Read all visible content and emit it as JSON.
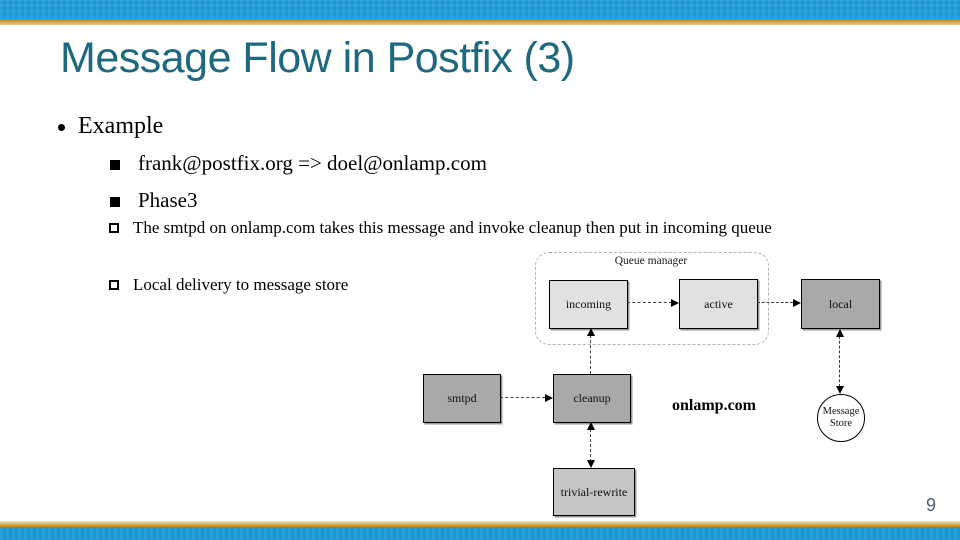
{
  "header": {
    "title": "Message Flow in Postfix (3)"
  },
  "content": {
    "bullet1": {
      "marker_icon": "dot-bullet-icon",
      "text": "Example"
    },
    "bullet2_items": [
      {
        "marker_icon": "filled-square-bullet-icon",
        "text": "frank@postfix.org => doel@onlamp.com"
      },
      {
        "marker_icon": "filled-square-bullet-icon",
        "text": "Phase3"
      }
    ],
    "bullet3_items": [
      {
        "marker_icon": "hollow-square-bullet-icon",
        "text": "The smtpd on onlamp.com takes this message and invoke cleanup then put in incoming queue"
      },
      {
        "marker_icon": "hollow-square-bullet-icon",
        "text": "Local delivery to message store"
      }
    ]
  },
  "diagram": {
    "container_label": "Queue manager",
    "nodes": {
      "incoming": "incoming",
      "active": "active",
      "local": "local",
      "smtpd": "smtpd",
      "cleanup": "cleanup",
      "trivial_rewrite": "trivial-rewrite",
      "message_store_line1": "Message",
      "message_store_line2": "Store"
    },
    "domain_label": "onlamp.com",
    "flows": [
      "smtpd -> cleanup",
      "cleanup -> incoming",
      "cleanup <-> trivial-rewrite",
      "incoming -> active",
      "active -> local",
      "local <-> Message Store"
    ]
  },
  "footer": {
    "page_number": "9"
  },
  "colors": {
    "accent_blue": "#1997d4",
    "accent_gold": "#d2a246",
    "title_teal": "#1e6980",
    "node_light_gray": "#e1e1e1",
    "node_dark_gray": "#a9a9a9",
    "node_mid_gray": "#c5c5c5",
    "page_number_color": "#4a616c"
  }
}
